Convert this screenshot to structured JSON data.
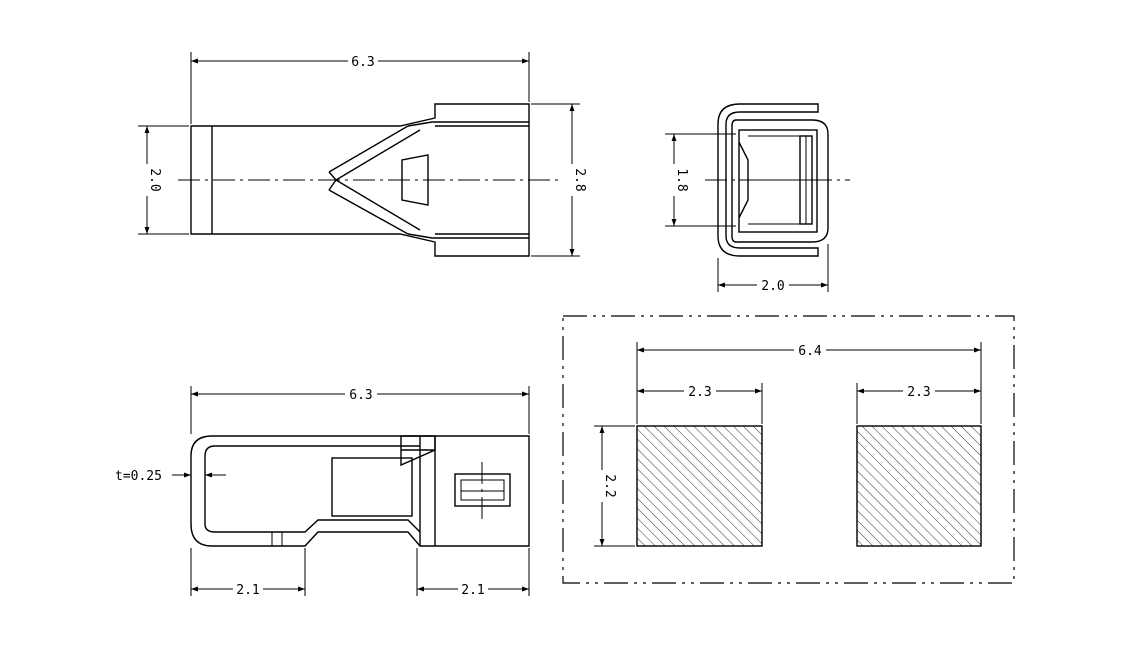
{
  "dimensions": {
    "top_length": "6.3",
    "top_width": "2.0",
    "top_height": "2.8",
    "end_height": "1.8",
    "end_width": "2.0",
    "side_length": "6.3",
    "thickness": "t=0.25",
    "side_left": "2.1",
    "side_right": "2.1",
    "pad_span": "6.4",
    "pad_left_width": "2.3",
    "pad_right_width": "2.3",
    "pad_height": "2.2"
  }
}
